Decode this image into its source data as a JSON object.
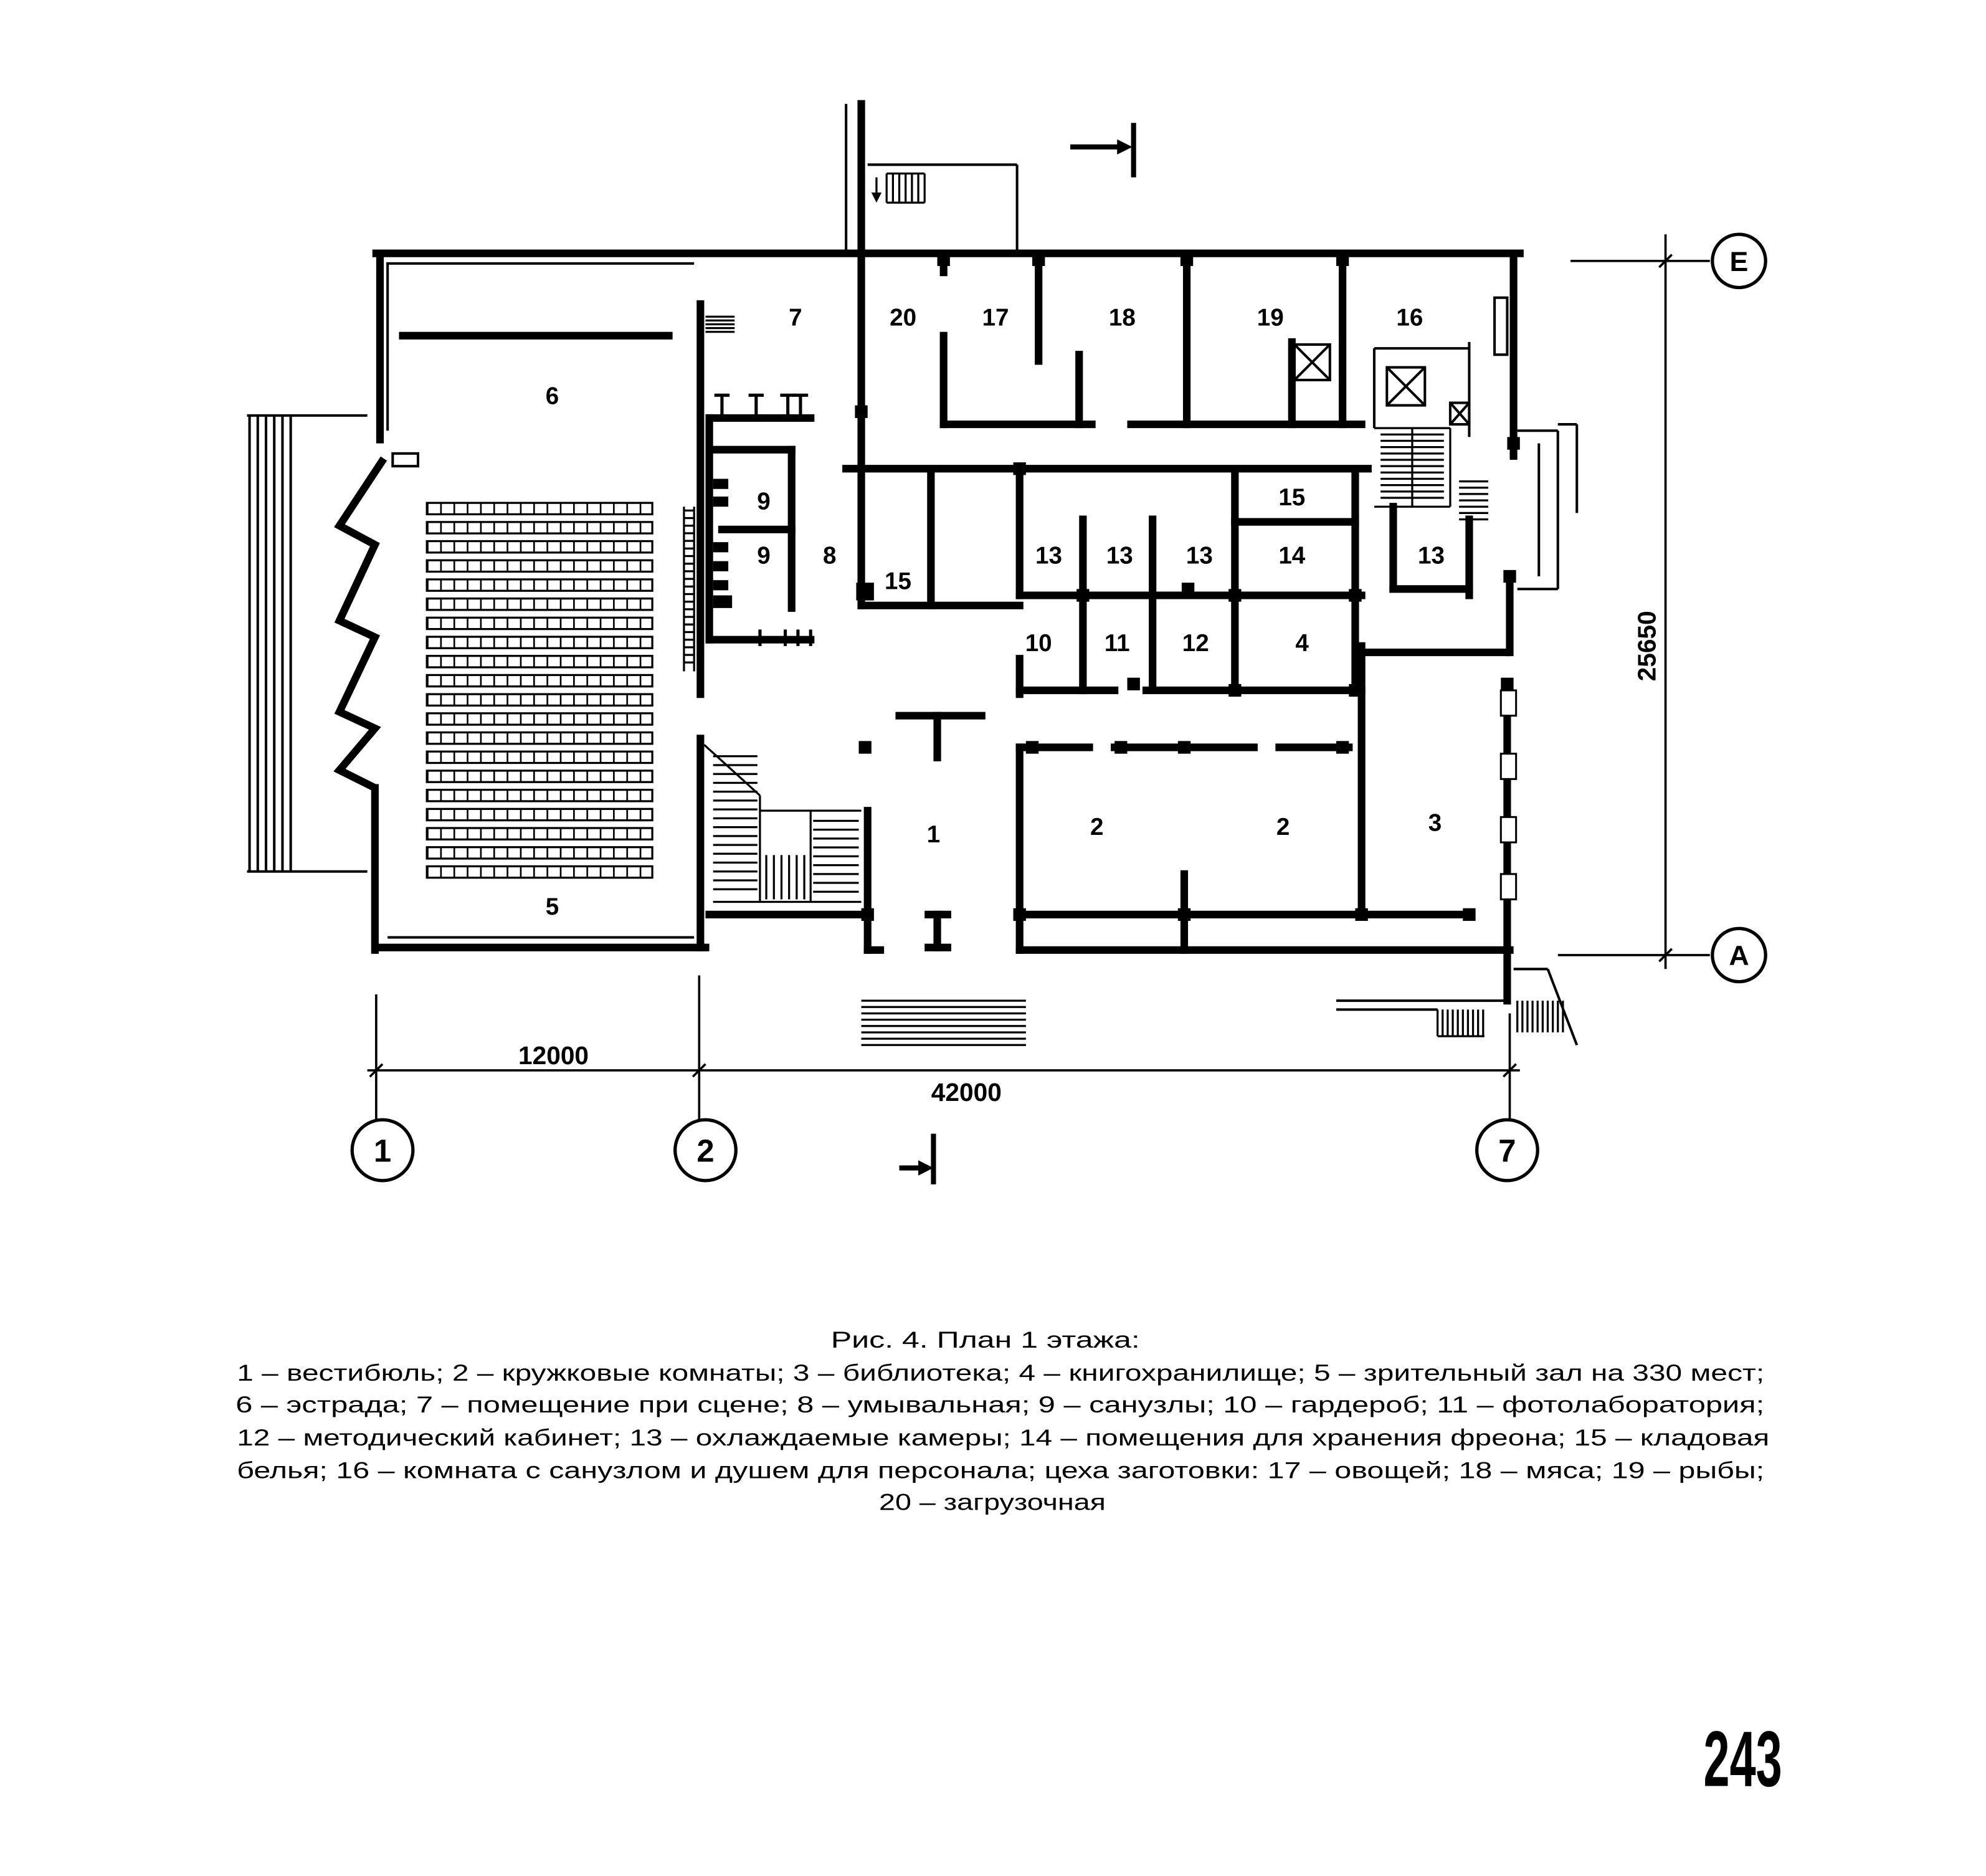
{
  "plan": {
    "room_labels": [
      "6",
      "5",
      "7",
      "20",
      "17",
      "18",
      "19",
      "16",
      "9",
      "9",
      "8",
      "15",
      "13",
      "13",
      "13",
      "14",
      "15",
      "13",
      "10",
      "11",
      "12",
      "4",
      "1",
      "2",
      "2",
      "3"
    ],
    "grid_axes": {
      "letters": [
        "E",
        "A"
      ],
      "numbers": [
        "1",
        "2",
        "7"
      ]
    },
    "dimensions": {
      "bay": "12000",
      "overall_length": "42000",
      "overall_depth": "25650"
    }
  },
  "caption": {
    "title": "Рис. 4. План 1 этажа:",
    "lines": [
      "1 – вестибюль; 2 – кружковые комнаты; 3 – библиотека; 4 – книгохранилище; 5 – зрительный зал на 330 мест;",
      "6 – эстрада; 7 – помещение при сцене; 8 – умывальная; 9 – санузлы; 10 – гардероб;   11 – фотолаборатория;",
      "12 – методический кабинет; 13 – охлаждаемые камеры; 14 – помещения для хранения  фреона;   15 – кладовая",
      "белья; 16 – комната с санузлом и душем для персонала; цеха заготовки: 17 – овощей; 18 – мяса;   19 – рыбы;",
      "20 – загрузочная"
    ]
  },
  "page_number": "243",
  "colors": {
    "ink": "#000000",
    "paper": "#ffffff"
  }
}
